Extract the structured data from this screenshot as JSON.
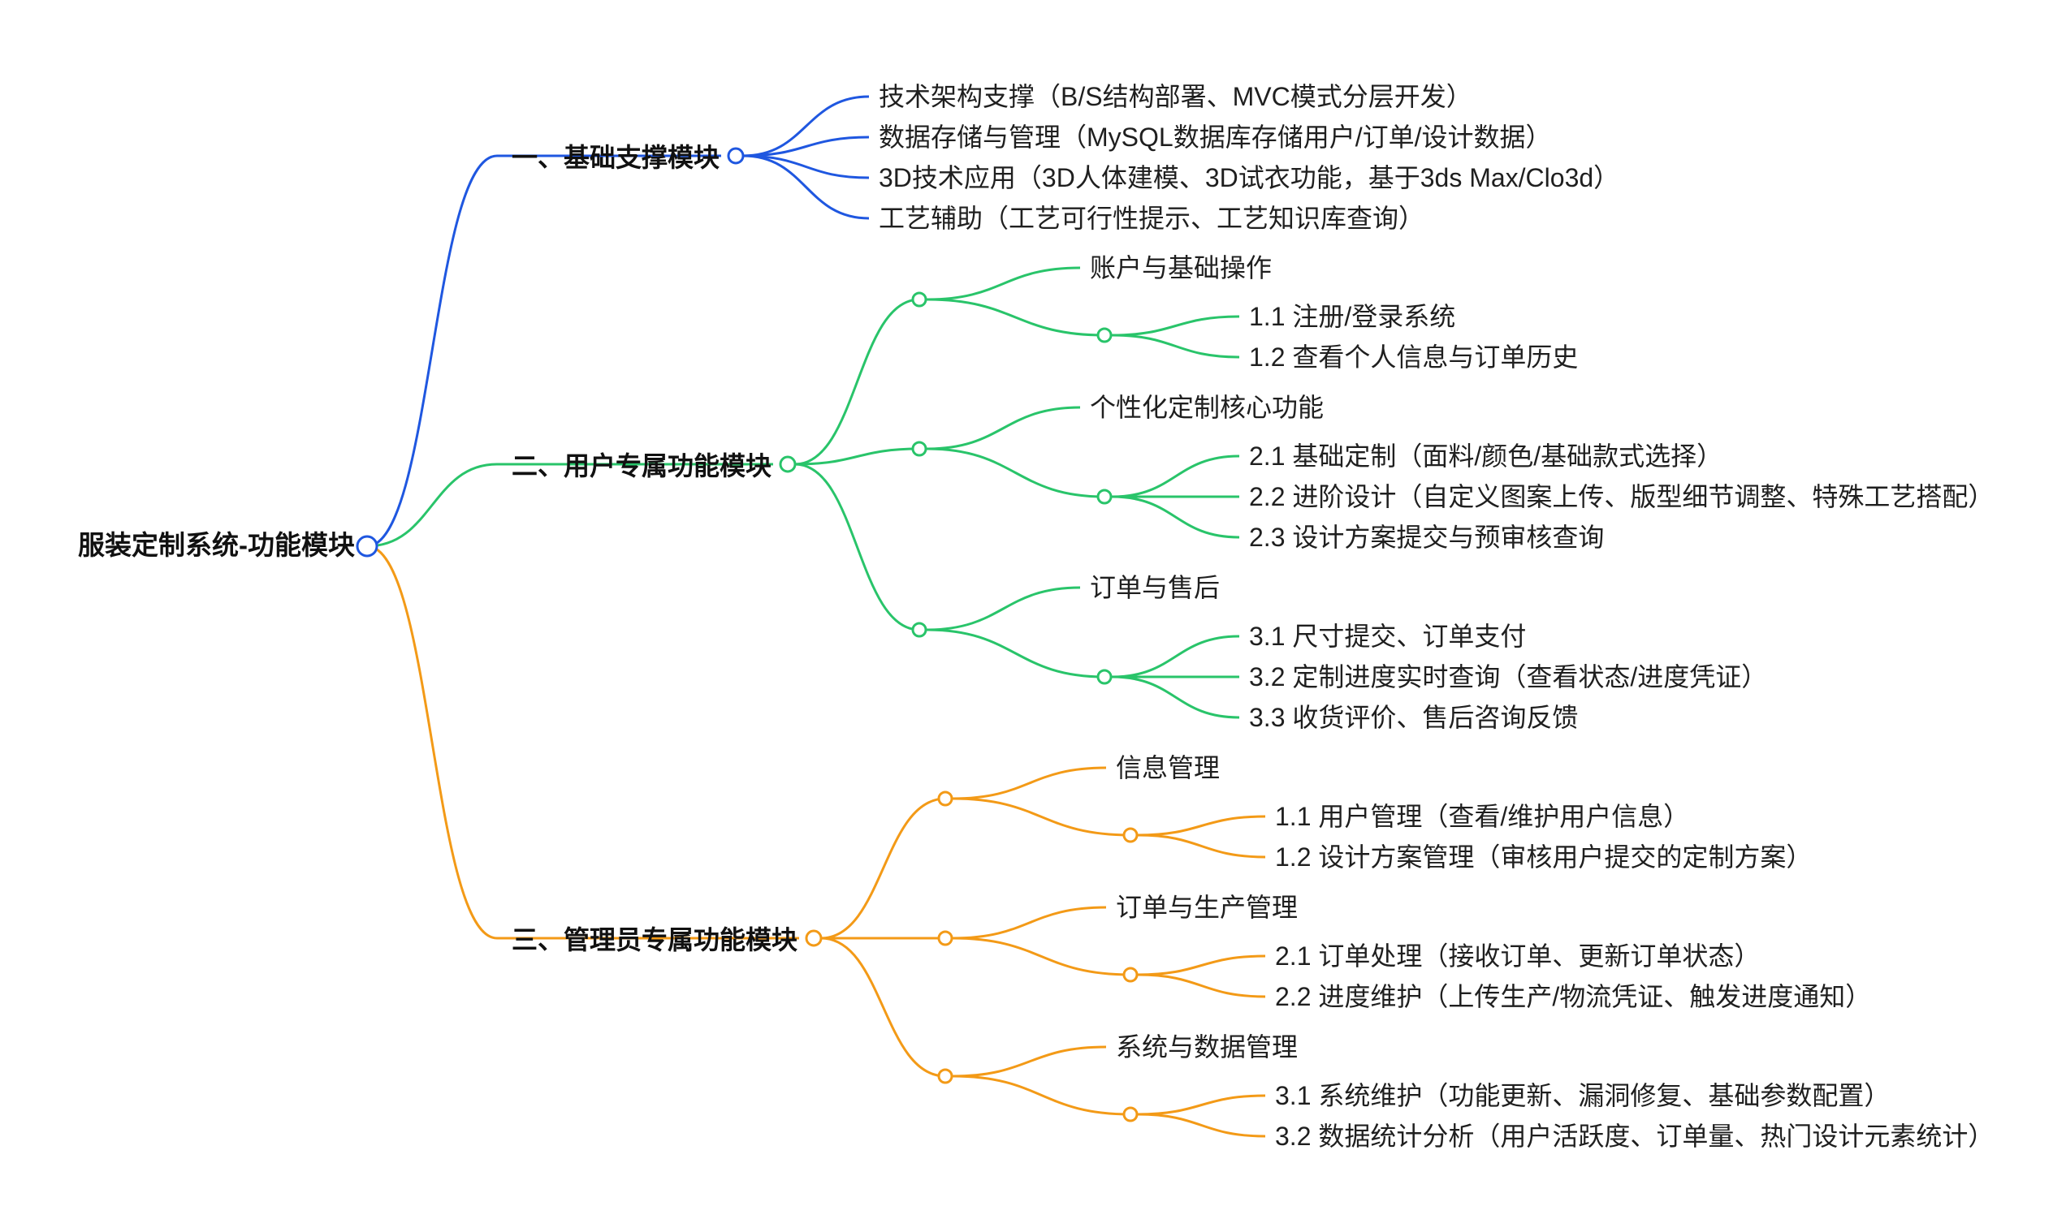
{
  "root": {
    "label": "服装定制系统-功能模块"
  },
  "colors": {
    "module1": "#1f57e0",
    "module2": "#29c46a",
    "module3": "#f39a17",
    "root": "#1f57e0"
  },
  "modules": [
    {
      "label": "一、基础支撑模块",
      "items": [
        "技术架构支撑（B/S结构部署、MVC模式分层开发）",
        "数据存储与管理（MySQL数据库存储用户/订单/设计数据）",
        "3D技术应用（3D人体建模、3D试衣功能，基于3ds Max/Clo3d）",
        "工艺辅助（工艺可行性提示、工艺知识库查询）"
      ]
    },
    {
      "label": "二、用户专属功能模块",
      "groups": [
        {
          "label": "账户与基础操作",
          "items": [
            "1.1 注册/登录系统",
            "1.2 查看个人信息与订单历史"
          ]
        },
        {
          "label": "个性化定制核心功能",
          "items": [
            "2.1 基础定制（面料/颜色/基础款式选择）",
            "2.2 进阶设计（自定义图案上传、版型细节调整、特殊工艺搭配）",
            "2.3 设计方案提交与预审核查询"
          ]
        },
        {
          "label": "订单与售后",
          "items": [
            "3.1 尺寸提交、订单支付",
            "3.2 定制进度实时查询（查看状态/进度凭证）",
            "3.3 收货评价、售后咨询反馈"
          ]
        }
      ]
    },
    {
      "label": "三、管理员专属功能模块",
      "groups": [
        {
          "label": "信息管理",
          "items": [
            "1.1 用户管理（查看/维护用户信息）",
            "1.2 设计方案管理（审核用户提交的定制方案）"
          ]
        },
        {
          "label": "订单与生产管理",
          "items": [
            "2.1 订单处理（接收订单、更新订单状态）",
            "2.2 进度维护（上传生产/物流凭证、触发进度通知）"
          ]
        },
        {
          "label": "系统与数据管理",
          "items": [
            "3.1 系统维护（功能更新、漏洞修复、基础参数配置）",
            "3.2 数据统计分析（用户活跃度、订单量、热门设计元素统计）"
          ]
        }
      ]
    }
  ]
}
